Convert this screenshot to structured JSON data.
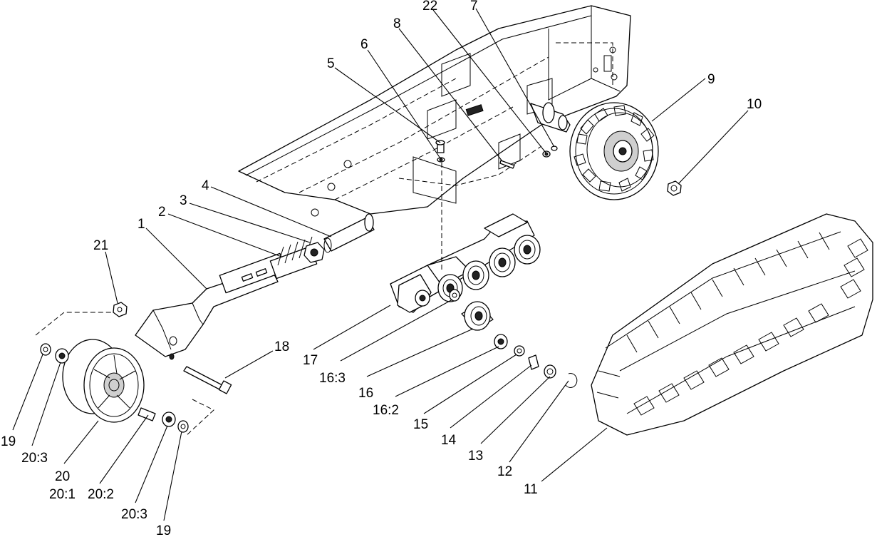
{
  "diagram": {
    "callouts": {
      "c1": "1",
      "c2": "2",
      "c3": "3",
      "c4": "4",
      "c5": "5",
      "c6": "6",
      "c7": "7",
      "c8": "8",
      "c9": "9",
      "c10": "10",
      "c11": "11",
      "c12": "12",
      "c13": "13",
      "c14": "14",
      "c15": "15",
      "c16": "16",
      "c16_2": "16:2",
      "c16_3": "16:3",
      "c17": "17",
      "c18": "18",
      "c19a": "19",
      "c19b": "19",
      "c20": "20",
      "c20_1": "20:1",
      "c20_2": "20:2",
      "c20_3a": "20:3",
      "c20_3b": "20:3",
      "c21": "21",
      "c22": "22"
    }
  }
}
